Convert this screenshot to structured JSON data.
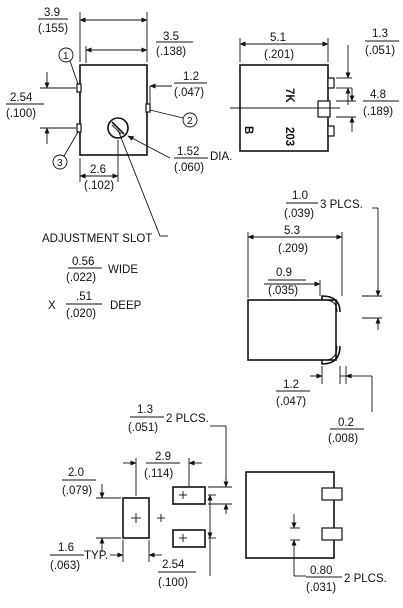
{
  "top_left_view": {
    "dim_width": {
      "mm": "3.9",
      "inch": "(.155)"
    },
    "dim_body": {
      "mm": "3.5",
      "inch": "(.138)"
    },
    "dim_terminal": {
      "mm": "1.2",
      "inch": "(.047)"
    },
    "dim_spacing": {
      "mm": "2.54",
      "inch": "(.100)"
    },
    "dim_rotor": {
      "mm": "1.52",
      "inch": "(.060)",
      "suffix": "DIA."
    },
    "dim_offset": {
      "mm": "2.6",
      "inch": "(.102)"
    },
    "pin_labels": [
      "1",
      "2",
      "3"
    ]
  },
  "top_right_view": {
    "dim_width": {
      "mm": "5.1",
      "inch": "(.201)"
    },
    "dim_pin": {
      "mm": "1.3",
      "inch": "(.051)"
    },
    "dim_height": {
      "mm": "4.8",
      "inch": "(.189)"
    },
    "marking_logo": "B",
    "marking_code": "203",
    "marking_top": "7K"
  },
  "adjustment_slot": {
    "title": "ADJUSTMENT SLOT",
    "width": {
      "mm": "0.56",
      "inch": "(.022)",
      "label": "WIDE"
    },
    "depth": {
      "prefix": "X",
      "mm": ".51",
      "inch": "(.020)",
      "label": "DEEP"
    }
  },
  "side_view": {
    "dim_lead": {
      "mm": "1.0",
      "inch": "(.039)",
      "suffix": "3 PLCS."
    },
    "dim_length": {
      "mm": "5.3",
      "inch": "(.209)"
    },
    "dim_body": {
      "mm": "0.9",
      "inch": "(.035)"
    },
    "dim_foot": {
      "mm": "1.2",
      "inch": "(.047)"
    },
    "dim_thick": {
      "mm": "0.2",
      "inch": "(.008)"
    }
  },
  "footprint": {
    "dim_pad_pitch": {
      "mm": "1.3",
      "inch": "(.051)",
      "suffix": "2 PLCS."
    },
    "dim_span": {
      "mm": "2.9",
      "inch": "(.114)"
    },
    "dim_pad_height": {
      "mm": "2.0",
      "inch": "(.079)"
    },
    "dim_pad_width": {
      "mm": "1.6",
      "inch": "(.063)",
      "suffix": "TYP."
    },
    "dim_spacing": {
      "mm": "2.54",
      "inch": "(.100)"
    }
  },
  "bottom_view": {
    "dim_pin": {
      "mm": "0.80",
      "inch": "(.031)",
      "suffix": "2 PLCS."
    }
  }
}
